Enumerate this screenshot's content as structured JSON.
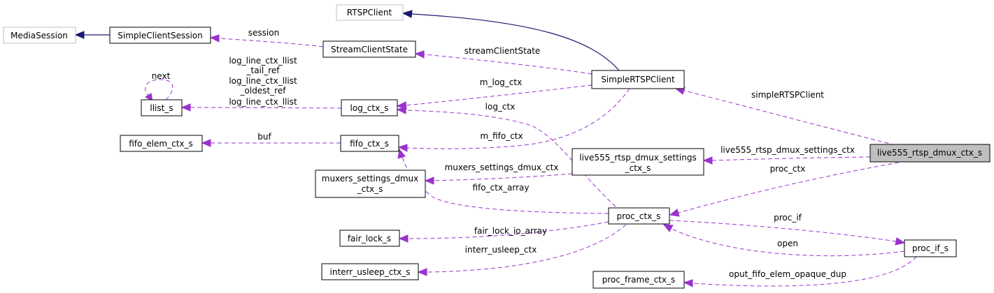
{
  "nodes": {
    "rtspclient": "RTSPClient",
    "mediasession": "MediaSession",
    "simpleclientsession": "SimpleClientSession",
    "streamclientstate": "StreamClientState",
    "simplertspclient": "SimpleRTSPClient",
    "llist_s": "llist_s",
    "log_ctx_s": "log_ctx_s",
    "fifo_elem_ctx_s": "fifo_elem_ctx_s",
    "fifo_ctx_s": "fifo_ctx_s",
    "live555_settings_line1": "live555_rtsp_dmux_settings",
    "live555_settings_line2": "_ctx_s",
    "live555_dmux_ctx": "live555_rtsp_dmux_ctx_s",
    "muxers_line1": "muxers_settings_dmux",
    "muxers_line2": "_ctx_s",
    "proc_ctx_s": "proc_ctx_s",
    "fair_lock_s": "fair_lock_s",
    "proc_if_s": "proc_if_s",
    "interr_usleep_ctx_s": "interr_usleep_ctx_s",
    "proc_frame_ctx_s": "proc_frame_ctx_s"
  },
  "edge_labels": {
    "session": "session",
    "streamClientState": "streamClientState",
    "next": "next",
    "llist_line1": "log_line_ctx_llist",
    "llist_line2": "_tail_ref",
    "llist_line3": "log_line_ctx_llist",
    "llist_line4": "_oldest_ref",
    "llist_line5": "log_line_ctx_llist",
    "m_log_ctx": "m_log_ctx",
    "log_ctx": "log_ctx",
    "simpleRTSPClient": "simpleRTSPClient",
    "buf": "buf",
    "m_fifo_ctx": "m_fifo_ctx",
    "live555_settings": "live555_rtsp_dmux_settings_ctx",
    "proc_ctx": "proc_ctx",
    "muxers_settings_dmux_ctx": "muxers_settings_dmux_ctx",
    "fifo_ctx_array": "fifo_ctx_array",
    "proc_if": "proc_if",
    "fair_lock_io_array": "fair_lock_io_array",
    "open": "open",
    "interr_usleep_ctx": "interr_usleep_ctx",
    "oput_fifo_elem_opaque_dup": "oput_fifo_elem_opaque_dup"
  },
  "colors": {
    "usage_edge": "#9a32cd",
    "inheritance_edge": "#191970",
    "focus_fill": "#bfbfbf",
    "external_border": "#bfbfbf"
  }
}
